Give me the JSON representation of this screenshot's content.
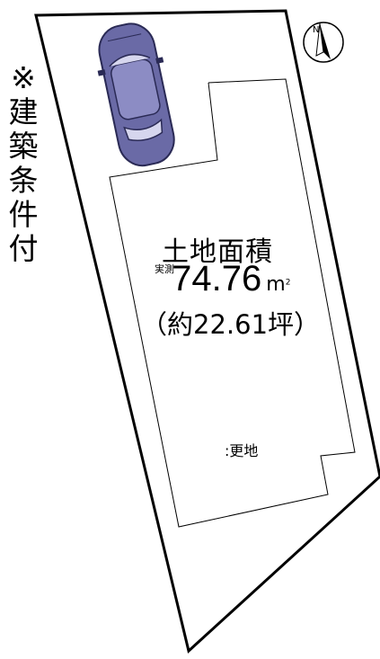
{
  "note_vertical": "※建築条件付",
  "plot": {
    "title": "土地面積",
    "measured_label": "実測",
    "area_value": "74.76",
    "area_unit": "m",
    "area_unit_sup": "2",
    "tsubo_text": "（約22.61坪）",
    "land_status": ":更地"
  },
  "compass": {
    "north_label": "N"
  },
  "colors": {
    "car_body": "#6a6aa6",
    "car_dark": "#3c3c70",
    "line": "#000000"
  }
}
